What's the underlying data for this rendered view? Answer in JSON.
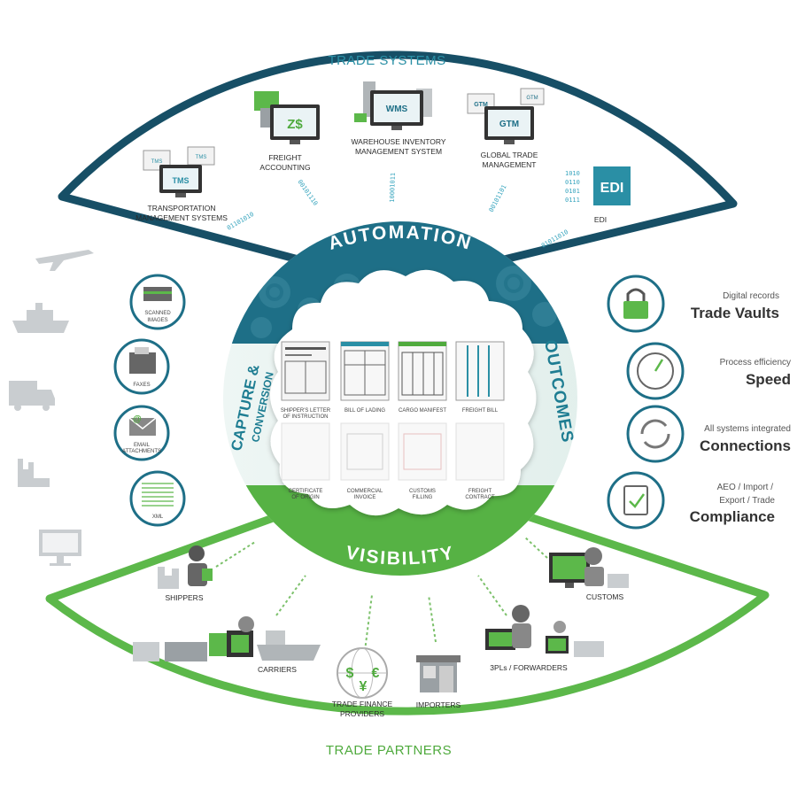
{
  "sections": {
    "trade_systems": "TRADE SYSTEMS",
    "trade_partners": "TRADE PARTNERS",
    "automation": "AUTOMATION",
    "visibility": "VISIBILITY",
    "capture_line1": "CAPTURE &",
    "capture_line2": "CONVERSION",
    "outcomes": "OUTCOMES"
  },
  "systems": {
    "tms": {
      "line1": "TRANSPORTATION",
      "line2": "MANAGEMENT SYSTEMS",
      "screen": "TMS",
      "mini1": "TMS",
      "mini2": "TMS"
    },
    "freight": {
      "line1": "FREIGHT",
      "line2": "ACCOUNTING",
      "screen": "Z$"
    },
    "wms": {
      "line1": "WAREHOUSE INVENTORY",
      "line2": "MANAGEMENT SYSTEM",
      "screen": "WMS"
    },
    "gtm": {
      "line1": "GLOBAL TRADE",
      "line2": "MANAGEMENT",
      "screen": "GTM",
      "mini1": "GTM",
      "mini2": "GTM"
    },
    "edi": {
      "label": "EDI",
      "badge": "EDI",
      "bits1": "1010",
      "bits2": "0110",
      "bits3": "0101",
      "bits4": "0111"
    }
  },
  "binary_streams": {
    "s1": "01101010",
    "s2": "00101110",
    "s3": "10001011",
    "s4": "00101101",
    "s5": "01011010"
  },
  "capture": {
    "scanned_line1": "SCANNED",
    "scanned_line2": "IMAGES",
    "faxes": "FAXES",
    "email_line1": "EMAIL",
    "email_line2": "ATTACHMENTS",
    "xml": "XML"
  },
  "documents": {
    "d1_line1": "SHIPPER'S LETTER",
    "d1_line2": "OF INSTRUCTION",
    "d2": "BILL OF LADING",
    "d3": "CARGO MANIFEST",
    "d4": "FREIGHT BILL",
    "d5_line1": "CERTIFICATE",
    "d5_line2": "OF ORIGIN",
    "d6_line1": "COMMERCIAL",
    "d6_line2": "INVOICE",
    "d7_line1": "CUSTOMS",
    "d7_line2": "FILLING",
    "d8_line1": "FREIGHT",
    "d8_line2": "CONTRACT"
  },
  "outcomes": {
    "vaults_small": "Digital records",
    "vaults_big": "Trade Vaults",
    "speed_small": "Process efficiency",
    "speed_big": "Speed",
    "conn_small": "All systems integrated",
    "conn_big": "Connections",
    "comp_small1": "AEO / Import /",
    "comp_small2": "Export / Trade",
    "comp_big": "Compliance"
  },
  "partners": {
    "shippers": "SHIPPERS",
    "carriers": "CARRIERS",
    "finance_line1": "TRADE FINANCE",
    "finance_line2": "PROVIDERS",
    "importers": "IMPORTERS",
    "forwarders": "3PLs / FORWARDERS",
    "customs": "CUSTOMS",
    "currency1": "$",
    "currency2": "¥",
    "currency3": "€"
  },
  "colors": {
    "teal": "#1e6f87",
    "teal_dark": "#174f66",
    "teal_light": "#2a8fa5",
    "green": "#4faa3d",
    "green_light": "#7cc16b",
    "gray": "#c9cdd0"
  }
}
